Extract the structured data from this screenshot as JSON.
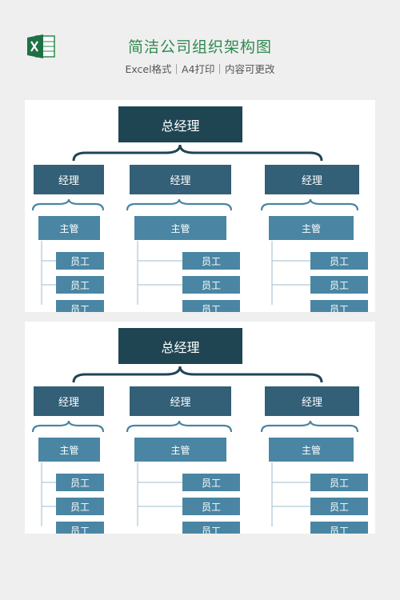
{
  "header": {
    "title": "简洁公司组织架构图",
    "subtitle": "Excel格式｜A4打印｜内容可更改",
    "icon": "excel-icon"
  },
  "colors": {
    "ceo": "#1f4553",
    "manager": "#335f77",
    "supervisor": "#4a86a3",
    "line": "#9fbccb",
    "brace": "#1f4553"
  },
  "charts": [
    {
      "ceo": "总经理",
      "branches": [
        {
          "manager": "经理",
          "supervisor": "主管",
          "employees": [
            "员工",
            "员工",
            "员工"
          ]
        },
        {
          "manager": "经理",
          "supervisor": "主管",
          "employees": [
            "员工",
            "员工",
            "员工"
          ]
        },
        {
          "manager": "经理",
          "supervisor": "主管",
          "employees": [
            "员工",
            "员工",
            "员工"
          ]
        }
      ]
    },
    {
      "ceo": "总经理",
      "branches": [
        {
          "manager": "经理",
          "supervisor": "主管",
          "employees": [
            "员工",
            "员工",
            "员工"
          ]
        },
        {
          "manager": "经理",
          "supervisor": "主管",
          "employees": [
            "员工",
            "员工",
            "员工"
          ]
        },
        {
          "manager": "经理",
          "supervisor": "主管",
          "employees": [
            "员工",
            "员工",
            "员工"
          ]
        }
      ]
    }
  ]
}
